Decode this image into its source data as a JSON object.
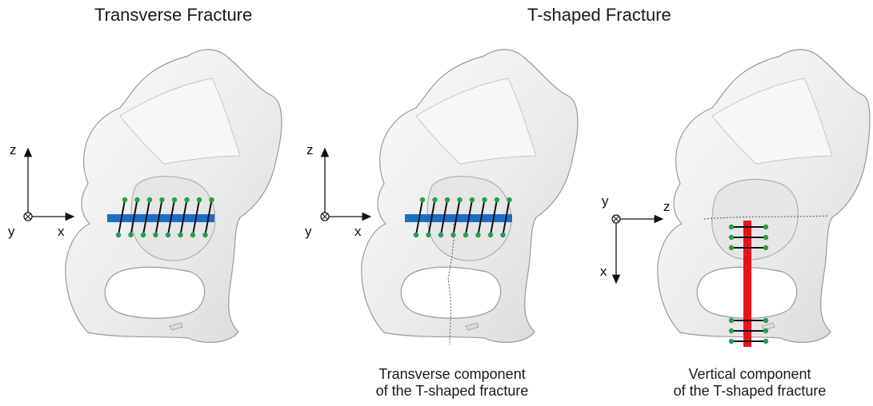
{
  "titles": {
    "left": "Transverse Fracture",
    "right": "T-shaped Fracture"
  },
  "captions": {
    "middle": {
      "line1": "Transverse component",
      "line2": "of the T-shaped fracture"
    },
    "right": {
      "line1": "Vertical component",
      "line2": "of the T-shaped fracture"
    }
  },
  "axes": {
    "left": {
      "vertical": "z",
      "horizontal": "x",
      "out_of_plane": "y"
    },
    "middle": {
      "vertical": "z",
      "horizontal": "x",
      "out_of_plane": "y"
    },
    "right": {
      "vertical": "x",
      "horizontal": "z",
      "out_of_plane": "y"
    }
  },
  "colors": {
    "transverse_plane": "#1a6fc4",
    "vertical_plane": "#e8141b",
    "landmark_points": "#22a04b",
    "bone_fill": "#efefef",
    "bone_outline": "#8a8a8a"
  },
  "landmark_pairs": {
    "left_panel": 8,
    "middle_panel": 8,
    "right_panel_upper": 3,
    "right_panel_lower": 3
  }
}
